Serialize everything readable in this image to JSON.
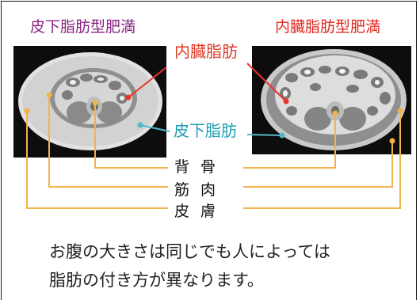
{
  "titles": {
    "subcutaneous_type": "皮下脂肪型肥満",
    "visceral_type": "内臓脂肪型肥満"
  },
  "labels": {
    "visceral_fat": "内臓脂肪",
    "subcutaneous_fat": "皮下脂肪",
    "bone": "背骨",
    "muscle": "筋肉",
    "skin": "皮膚"
  },
  "caption": {
    "line1": "お腹の大きさは同じでも人によっては",
    "line2": "脂肪の付き方が異なります。"
  },
  "colors": {
    "subcutaneous_title": "#8a2384",
    "visceral_title": "#e2271d",
    "visceral_label": "#df3a26",
    "subcutaneous_label": "#1f9fb3",
    "leader_lines": "#f3b24a",
    "pointer_red": "#e8332a",
    "pointer_blue": "#52b8c8"
  }
}
